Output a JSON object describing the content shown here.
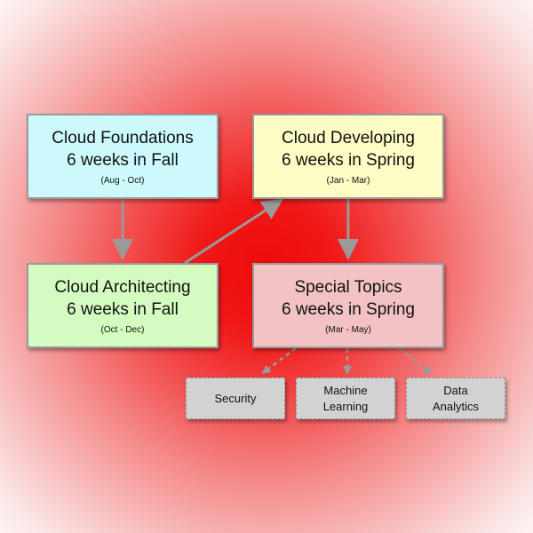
{
  "colors": {
    "foundations_fill": "#ccfafc",
    "developing_fill": "#fcfcc4",
    "architecting_fill": "#d4fcc0",
    "special_fill": "#f2c2c4",
    "subtopic_fill": "#d2d2d2",
    "arrow": "#9a9a9a"
  },
  "nodes": {
    "foundations": {
      "line1": "Cloud Foundations",
      "line2": "6 weeks in Fall",
      "dates": "(Aug - Oct)"
    },
    "developing": {
      "line1": "Cloud Developing",
      "line2": "6 weeks in Spring",
      "dates": "(Jan - Mar)"
    },
    "architecting": {
      "line1": "Cloud Architecting",
      "line2": "6 weeks in Fall",
      "dates": "(Oct - Dec)"
    },
    "special": {
      "line1": "Special Topics",
      "line2": "6 weeks in Spring",
      "dates": "(Mar - May)"
    }
  },
  "subtopics": {
    "security": {
      "line1": "Security"
    },
    "ml": {
      "line1": "Machine",
      "line2": "Learning"
    },
    "data": {
      "line1": "Data",
      "line2": "Analytics"
    }
  }
}
